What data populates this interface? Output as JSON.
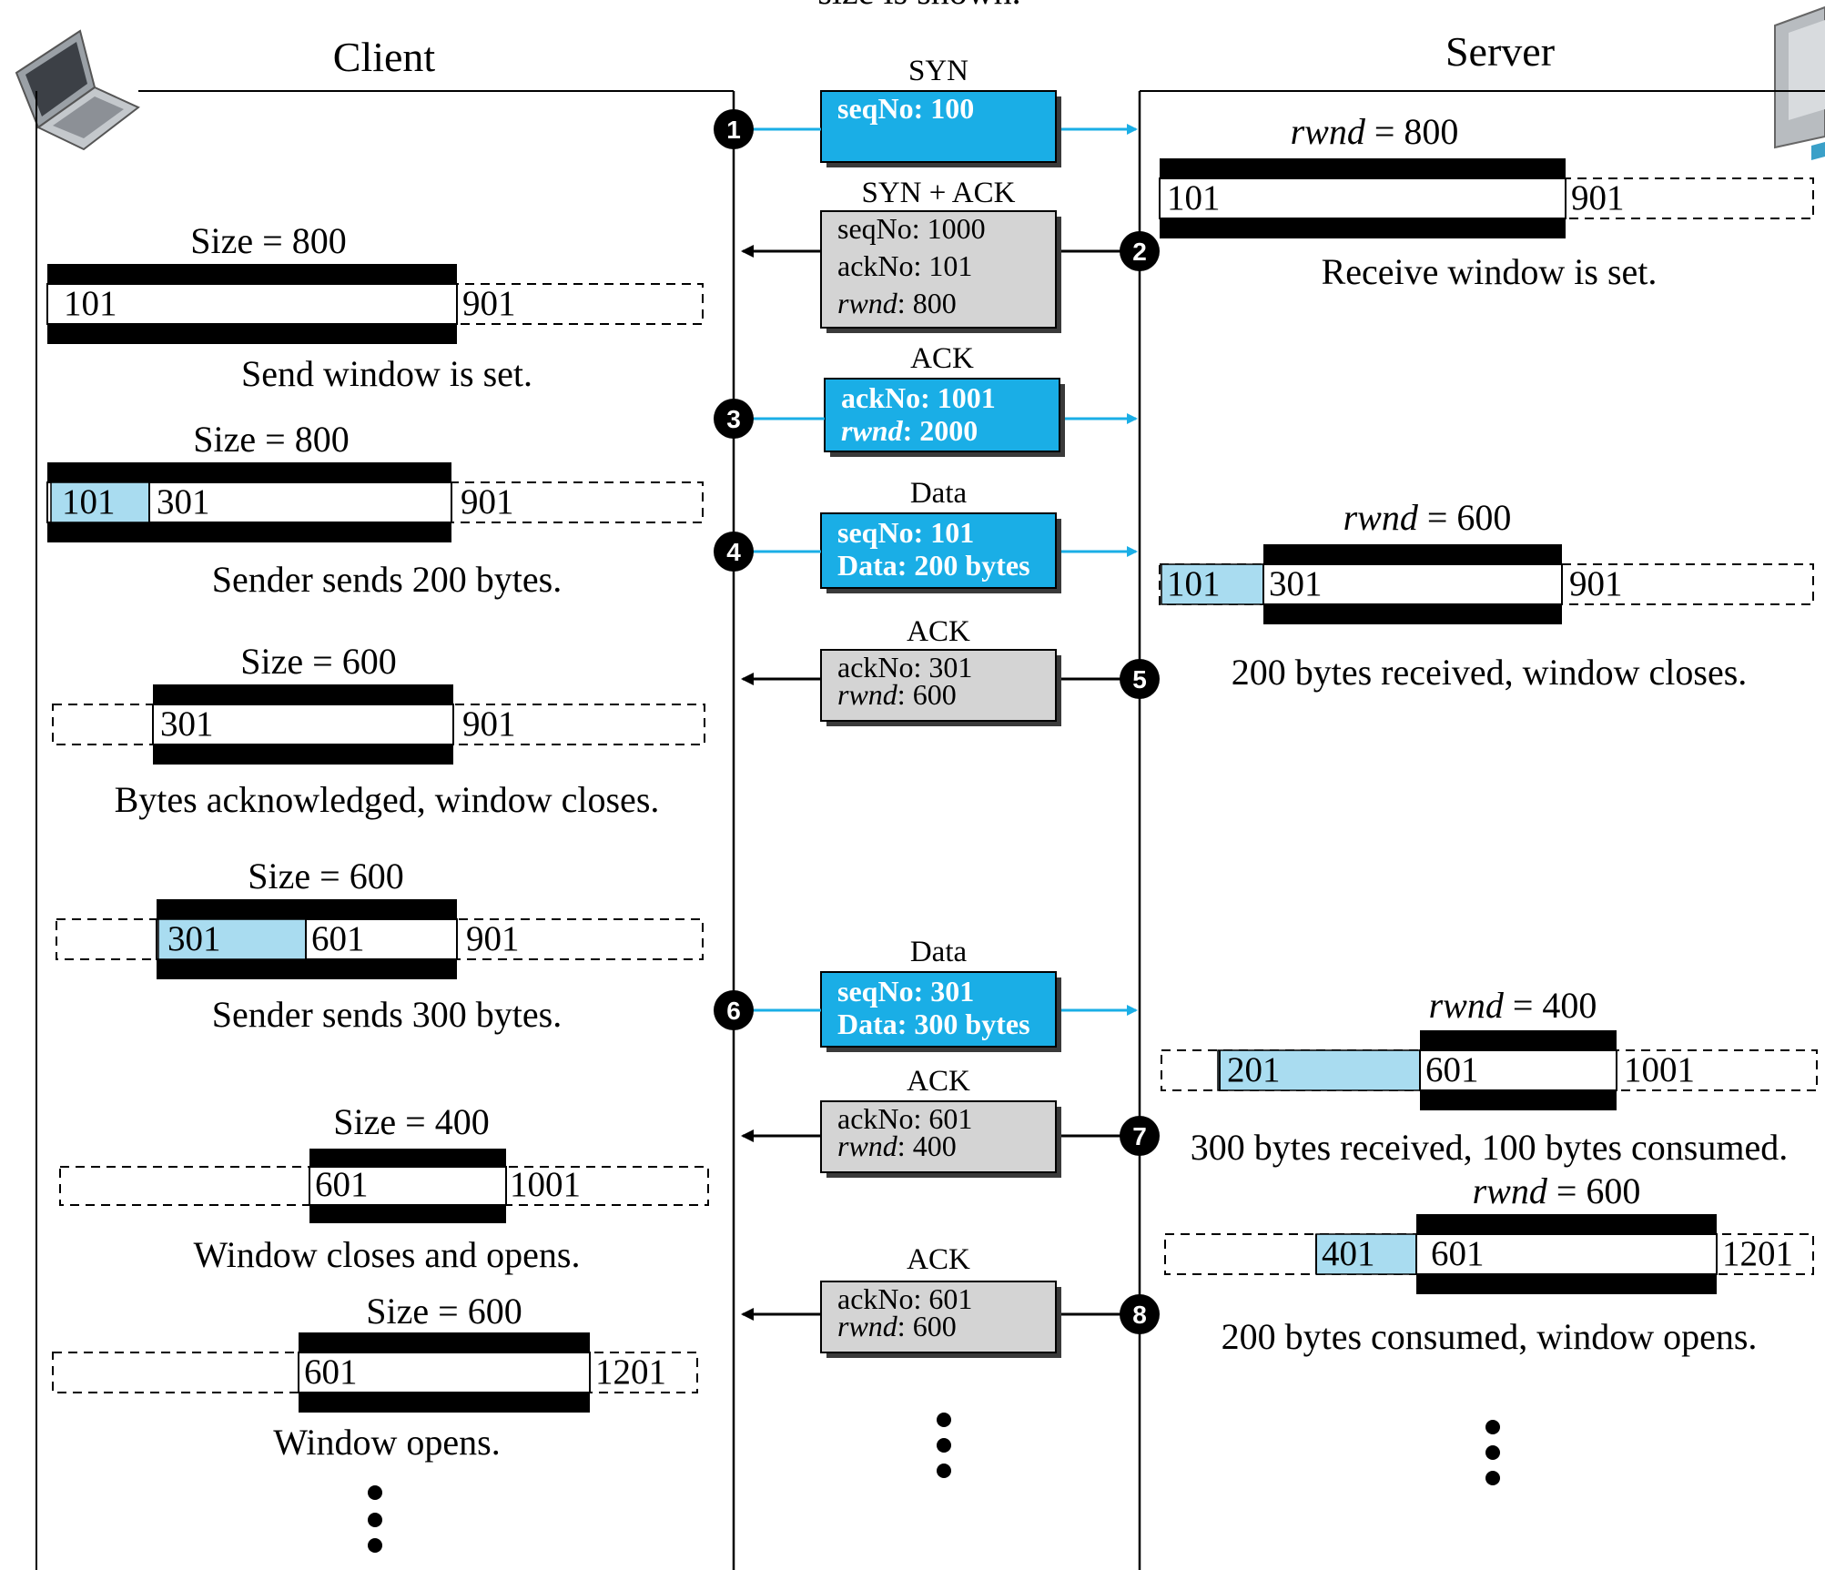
{
  "header": {
    "partial_top_text": "size is shown.",
    "client": "Client",
    "server": "Server"
  },
  "client_windows": [
    {
      "size_label": "Size = 800",
      "cells": [
        "101",
        "901"
      ],
      "caption": "Send window is set."
    },
    {
      "size_label": "Size = 800",
      "cells": [
        "101",
        "301",
        "901"
      ],
      "caption": "Sender sends 200 bytes."
    },
    {
      "size_label": "Size = 600",
      "cells": [
        "301",
        "901"
      ],
      "caption": "Bytes acknowledged, window closes."
    },
    {
      "size_label": "Size = 600",
      "cells": [
        "301",
        "601",
        "901"
      ],
      "caption": "Sender sends 300 bytes."
    },
    {
      "size_label": "Size = 400",
      "cells": [
        "601",
        "1001"
      ],
      "caption": "Window closes and opens."
    },
    {
      "size_label": "Size = 600",
      "cells": [
        "601",
        "1201"
      ],
      "caption": "Window opens."
    }
  ],
  "server_windows": [
    {
      "rwnd_label": "rwnd = 800",
      "cells": [
        "101",
        "901"
      ],
      "caption": "Receive window is set."
    },
    {
      "rwnd_label": "rwnd = 600",
      "cells": [
        "101",
        "301",
        "901"
      ],
      "caption": "200 bytes received, window closes."
    },
    {
      "rwnd_label": "rwnd = 400",
      "cells": [
        "201",
        "601",
        "1001"
      ],
      "caption": "300 bytes received, 100 bytes consumed."
    },
    {
      "rwnd_label": "rwnd = 600",
      "cells": [
        "401",
        "601",
        "1201"
      ],
      "caption": "200 bytes consumed, window opens."
    }
  ],
  "messages": [
    {
      "step": "1",
      "type": "SYN",
      "lines": [
        "seqNo: 100"
      ]
    },
    {
      "step": "2",
      "type": "SYN + ACK",
      "lines": [
        "seqNo: 1000",
        "ackNo: 101",
        "rwnd: 800"
      ]
    },
    {
      "step": "3",
      "type": "ACK",
      "lines": [
        "ackNo: 1001",
        "rwnd: 2000"
      ]
    },
    {
      "step": "4",
      "type": "Data",
      "lines": [
        "seqNo: 101",
        "Data: 200 bytes"
      ]
    },
    {
      "step": "5",
      "type": "ACK",
      "lines": [
        "ackNo: 301",
        "rwnd: 600"
      ]
    },
    {
      "step": "6",
      "type": "Data",
      "lines": [
        "seqNo: 301",
        "Data: 300 bytes"
      ]
    },
    {
      "step": "7",
      "type": "ACK",
      "lines": [
        "ackNo: 601",
        "rwnd: 400"
      ]
    },
    {
      "step": "8",
      "type": "ACK",
      "lines": [
        "ackNo: 601",
        "rwnd: 600"
      ]
    }
  ],
  "colors": {
    "blue_box": "#1aaee6",
    "light_blue": "#a9dcf0",
    "gray_box": "#d4d4d4",
    "arrow_blue": "#1aaee6"
  },
  "icons": {
    "client": "laptop-icon",
    "server": "server-icon"
  }
}
